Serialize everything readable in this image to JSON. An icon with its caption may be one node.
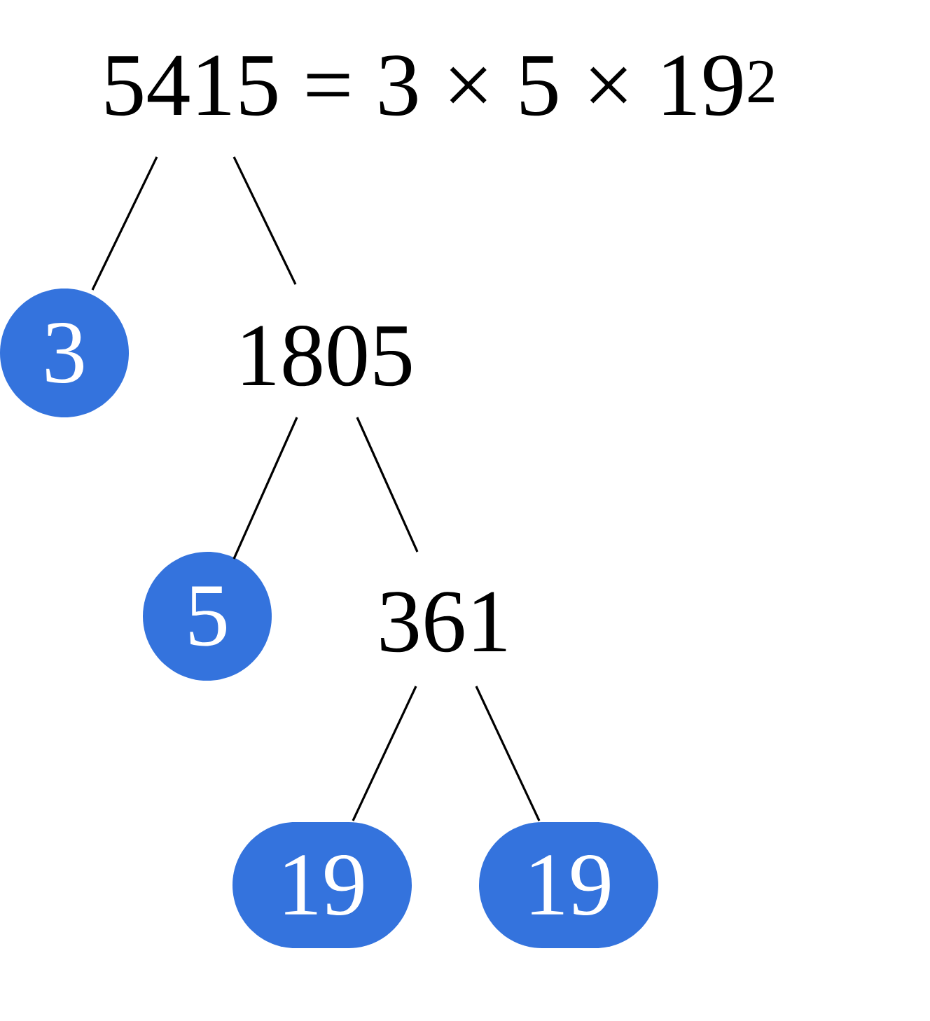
{
  "diagram": {
    "nodes": [
      {
        "text": [
          "5415 = 3 × 5 × 19$^{2}$"
        ]
      },
      {
        "text": [
          "3"
        ]
      },
      {
        "text": [
          "1805"
        ]
      },
      {
        "text": [
          "5"
        ]
      },
      {
        "text": [
          "361"
        ]
      },
      {
        "text": [
          "19"
        ]
      },
      {
        "text": [
          "19"
        ]
      }
    ],
    "edges": [
      {
        "from": 0,
        "to": 1,
        "arrow": "none"
      },
      {
        "from": 0,
        "to": 2,
        "arrow": "none"
      },
      {
        "from": 2,
        "to": 3,
        "arrow": "none"
      },
      {
        "from": 2,
        "to": 4,
        "arrow": "none"
      },
      {
        "from": 4,
        "to": 5,
        "arrow": "none"
      },
      {
        "from": 4,
        "to": 6,
        "arrow": "none"
      }
    ]
  }
}
